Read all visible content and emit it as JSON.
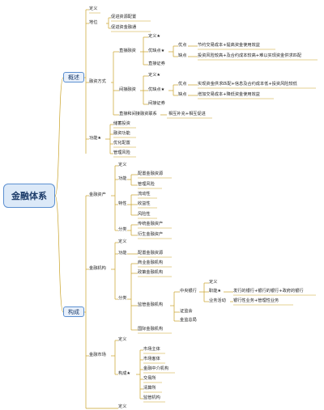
{
  "root": "金融体系",
  "main": {
    "overview": "概述",
    "structure": "构成"
  },
  "ov": {
    "def": "定义",
    "status": "地位",
    "status_1": "促进资源配置",
    "status_2": "促进资金融通",
    "mode": "融资方式",
    "direct": "直接融资",
    "indirect": "间接融资",
    "def_star": "定义★",
    "advdis": "优缺点★",
    "adv": "优点",
    "dis": "缺点",
    "d_adv_text": "节约交易成本+提高资金使用效益",
    "d_dis_text": "投资风险较高+及合约成本较高+难以实现资金供求匹配",
    "direct_sec": "直接证券",
    "i_adv_text": "实现资金供求匹配+信息及合约成本低+投资风险较低",
    "i_dis_text": "增加交易成本+降低资金使用效益",
    "indirect_sec": "间接证券",
    "relation": "直接和间接融资联系",
    "relation_text": "相互补充+相互促进",
    "func": "功能★",
    "f1": "储蓄投资",
    "f2": "融资功能",
    "f3": "优化配置",
    "f4": "管理风险"
  },
  "st": {
    "fin_asset": "金融资产",
    "fa_def": "定义",
    "fa_func": "功能",
    "fa_func_1": "配置金融资源",
    "fa_func_2": "管理风险",
    "fa_feat": "特性",
    "fa_feat_1": "流动性",
    "fa_feat_2": "收益性",
    "fa_feat_3": "风险性",
    "fa_cls": "分类",
    "fa_cls_1": "传统金融资产",
    "fa_cls_2": "衍生金融资产",
    "fin_inst": "金融机构",
    "fi_def": "定义",
    "fi_func": "功能",
    "fi_func_1": "配置金融资源",
    "fi_cls": "分类",
    "fi_cls_1": "商业金融机构",
    "fi_cls_2": "政策金融机构",
    "fi_reg": "监管金融机构",
    "cb": "中央银行",
    "cb_def": "定义",
    "cb_func": "职能★",
    "cb_func_text": "发行的银行+银行的银行+政府的银行",
    "cb_biz": "业务活动",
    "cb_biz_text": "银行性业务+管理性业务",
    "csrc": "证监会",
    "nfra": "金监总局",
    "fi_intl": "国际金融机构",
    "fin_mkt": "金融市场",
    "fm_def": "定义",
    "fm_comp": "构成★",
    "fm_c1": "市场主体",
    "fm_c2": "市场客体",
    "fm_c3": "金融中介机构",
    "fm_c4": "交易所",
    "fm_c5": "清算所",
    "fm_c6": "监管机构",
    "last_def": "定义"
  },
  "colors": {
    "line": "#c9a227",
    "box": "#5b8fd0",
    "text": "#222222"
  }
}
